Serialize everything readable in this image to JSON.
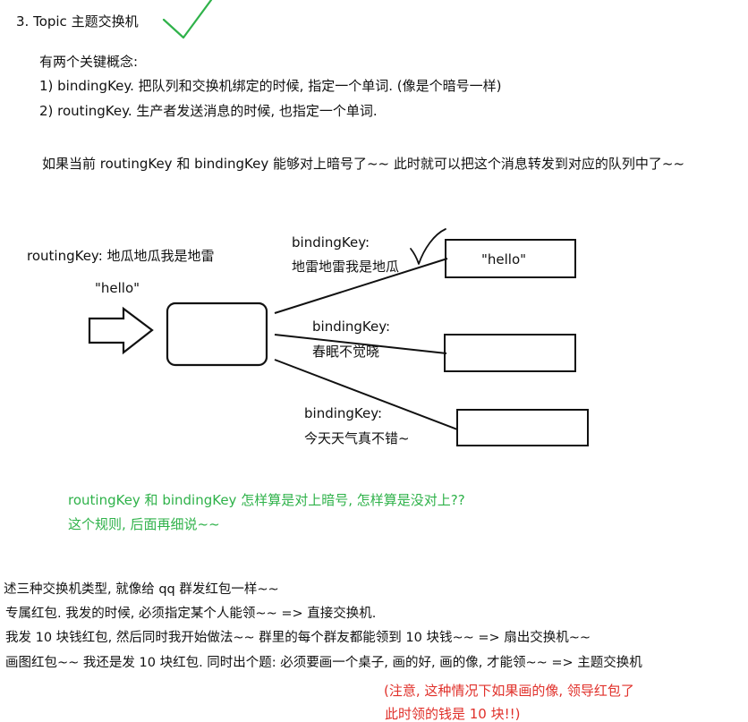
{
  "heading": {
    "title": "3. Topic 主题交换机"
  },
  "concepts": {
    "intro": "有两个关键概念:",
    "item1": "1) bindingKey. 把队列和交换机绑定的时候, 指定一个单词. (像是个暗号一样)",
    "item2": "2) routingKey. 生产者发送消息的时候, 也指定一个单词.",
    "match_note": "如果当前 routingKey 和 bindingKey 能够对上暗号了~~ 此时就可以把这个消息转发到对应的队列中了~~"
  },
  "diagram": {
    "routing_key_label": "routingKey: 地瓜地瓜我是地雷",
    "message_label": "\"hello\"",
    "bindings": [
      {
        "key_label": "bindingKey:",
        "value_label": "地雷地雷我是地瓜",
        "queue_content": "\"hello\""
      },
      {
        "key_label": "bindingKey:",
        "value_label": "春眠不觉晓",
        "queue_content": ""
      },
      {
        "key_label": "bindingKey:",
        "value_label": "今天天气真不错~",
        "queue_content": ""
      }
    ]
  },
  "green_note": {
    "line1": "routingKey 和 bindingKey 怎样算是对上暗号, 怎样算是没对上??",
    "line2": "这个规则, 后面再细说~~"
  },
  "analogy": {
    "line1": "述三种交换机类型, 就像给 qq 群发红包一样~~",
    "line2": "专属红包. 我发的时候, 必须指定某个人能领~~ => 直接交换机.",
    "line3": "我发 10 块钱红包, 然后同时我开始做法~~ 群里的每个群友都能领到 10 块钱~~   => 扇出交换机~~",
    "line4": "画图红包~~ 我还是发 10 块红包. 同时出个题: 必须要画一个桌子, 画的好, 画的像, 才能领~~  => 主题交换机"
  },
  "red_note": {
    "line1": "(注意, 这种情况下如果画的像, 领导红包了",
    "line2": "此时领的钱是 10 块!!)"
  },
  "colors": {
    "green": "#2fb24a",
    "red": "#e0302a",
    "ink": "#111111"
  }
}
